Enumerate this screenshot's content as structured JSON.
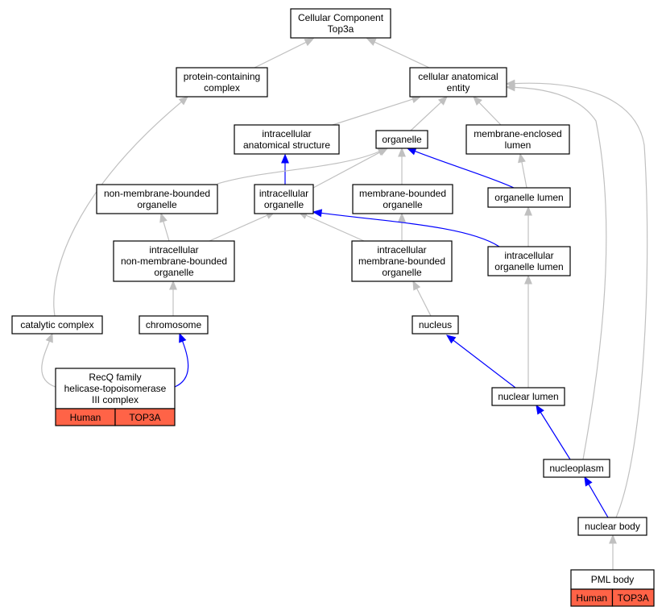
{
  "colors": {
    "edge_default": "#c0c0c0",
    "edge_highlight": "#0000ff",
    "annotation_fill": "#ff6347",
    "node_fill": "#ffffff",
    "node_stroke": "#000000"
  },
  "nodes": [
    {
      "id": "root",
      "lines": [
        "Cellular Component",
        "Top3a"
      ]
    },
    {
      "id": "protein_containing_complex",
      "lines": [
        "protein-containing",
        "complex"
      ]
    },
    {
      "id": "cellular_anatomical_entity",
      "lines": [
        "cellular anatomical",
        "entity"
      ]
    },
    {
      "id": "intracellular_anatomical_structure",
      "lines": [
        "intracellular",
        "anatomical structure"
      ]
    },
    {
      "id": "organelle",
      "lines": [
        "organelle"
      ]
    },
    {
      "id": "membrane_enclosed_lumen",
      "lines": [
        "membrane-enclosed",
        "lumen"
      ]
    },
    {
      "id": "non_membrane_bounded_organelle",
      "lines": [
        "non-membrane-bounded",
        "organelle"
      ]
    },
    {
      "id": "intracellular_organelle",
      "lines": [
        "intracellular",
        "organelle"
      ]
    },
    {
      "id": "membrane_bounded_organelle",
      "lines": [
        "membrane-bounded",
        "organelle"
      ]
    },
    {
      "id": "organelle_lumen",
      "lines": [
        "organelle lumen"
      ]
    },
    {
      "id": "intracellular_non_membrane_bounded_organelle",
      "lines": [
        "intracellular",
        "non-membrane-bounded",
        "organelle"
      ]
    },
    {
      "id": "intracellular_membrane_bounded_organelle",
      "lines": [
        "intracellular",
        "membrane-bounded",
        "organelle"
      ]
    },
    {
      "id": "intracellular_organelle_lumen",
      "lines": [
        "intracellular",
        "organelle lumen"
      ]
    },
    {
      "id": "catalytic_complex",
      "lines": [
        "catalytic complex"
      ]
    },
    {
      "id": "chromosome",
      "lines": [
        "chromosome"
      ]
    },
    {
      "id": "nucleus",
      "lines": [
        "nucleus"
      ]
    },
    {
      "id": "recq_complex",
      "lines": [
        "RecQ family",
        "helicase-topoisomerase",
        "III complex"
      ],
      "annotations": [
        "Human",
        "TOP3A"
      ]
    },
    {
      "id": "nuclear_lumen",
      "lines": [
        "nuclear lumen"
      ]
    },
    {
      "id": "nucleoplasm",
      "lines": [
        "nucleoplasm"
      ]
    },
    {
      "id": "nuclear_body",
      "lines": [
        "nuclear body"
      ]
    },
    {
      "id": "pml_body",
      "lines": [
        "PML body"
      ],
      "annotations": [
        "Human",
        "TOP3A"
      ]
    }
  ],
  "edges": [
    {
      "from": "protein_containing_complex",
      "to": "root",
      "highlight": false
    },
    {
      "from": "cellular_anatomical_entity",
      "to": "root",
      "highlight": false
    },
    {
      "from": "intracellular_anatomical_structure",
      "to": "cellular_anatomical_entity",
      "highlight": false
    },
    {
      "from": "organelle",
      "to": "cellular_anatomical_entity",
      "highlight": false
    },
    {
      "from": "membrane_enclosed_lumen",
      "to": "cellular_anatomical_entity",
      "highlight": false
    },
    {
      "from": "catalytic_complex",
      "to": "protein_containing_complex",
      "highlight": false
    },
    {
      "from": "intracellular_organelle",
      "to": "intracellular_anatomical_structure",
      "highlight": true
    },
    {
      "from": "non_membrane_bounded_organelle",
      "to": "organelle",
      "highlight": false
    },
    {
      "from": "intracellular_organelle",
      "to": "organelle",
      "highlight": false
    },
    {
      "from": "membrane_bounded_organelle",
      "to": "organelle",
      "highlight": false
    },
    {
      "from": "organelle_lumen",
      "to": "organelle",
      "highlight": true
    },
    {
      "from": "organelle_lumen",
      "to": "membrane_enclosed_lumen",
      "highlight": false
    },
    {
      "from": "intracellular_non_membrane_bounded_organelle",
      "to": "non_membrane_bounded_organelle",
      "highlight": false
    },
    {
      "from": "intracellular_non_membrane_bounded_organelle",
      "to": "intracellular_organelle",
      "highlight": false
    },
    {
      "from": "intracellular_membrane_bounded_organelle",
      "to": "intracellular_organelle",
      "highlight": false
    },
    {
      "from": "intracellular_membrane_bounded_organelle",
      "to": "membrane_bounded_organelle",
      "highlight": false
    },
    {
      "from": "intracellular_organelle_lumen",
      "to": "intracellular_organelle",
      "highlight": true
    },
    {
      "from": "intracellular_organelle_lumen",
      "to": "organelle_lumen",
      "highlight": false
    },
    {
      "from": "chromosome",
      "to": "intracellular_non_membrane_bounded_organelle",
      "highlight": false
    },
    {
      "from": "nucleus",
      "to": "intracellular_membrane_bounded_organelle",
      "highlight": false
    },
    {
      "from": "recq_complex",
      "to": "catalytic_complex",
      "highlight": false
    },
    {
      "from": "recq_complex",
      "to": "chromosome",
      "highlight": true
    },
    {
      "from": "nuclear_lumen",
      "to": "nucleus",
      "highlight": true
    },
    {
      "from": "nuclear_lumen",
      "to": "intracellular_organelle_lumen",
      "highlight": false
    },
    {
      "from": "nucleoplasm",
      "to": "nuclear_lumen",
      "highlight": true
    },
    {
      "from": "nucleoplasm",
      "to": "cellular_anatomical_entity",
      "highlight": false
    },
    {
      "from": "nuclear_body",
      "to": "nucleoplasm",
      "highlight": true
    },
    {
      "from": "nuclear_body",
      "to": "cellular_anatomical_entity",
      "highlight": false
    },
    {
      "from": "pml_body",
      "to": "nuclear_body",
      "highlight": false
    }
  ]
}
